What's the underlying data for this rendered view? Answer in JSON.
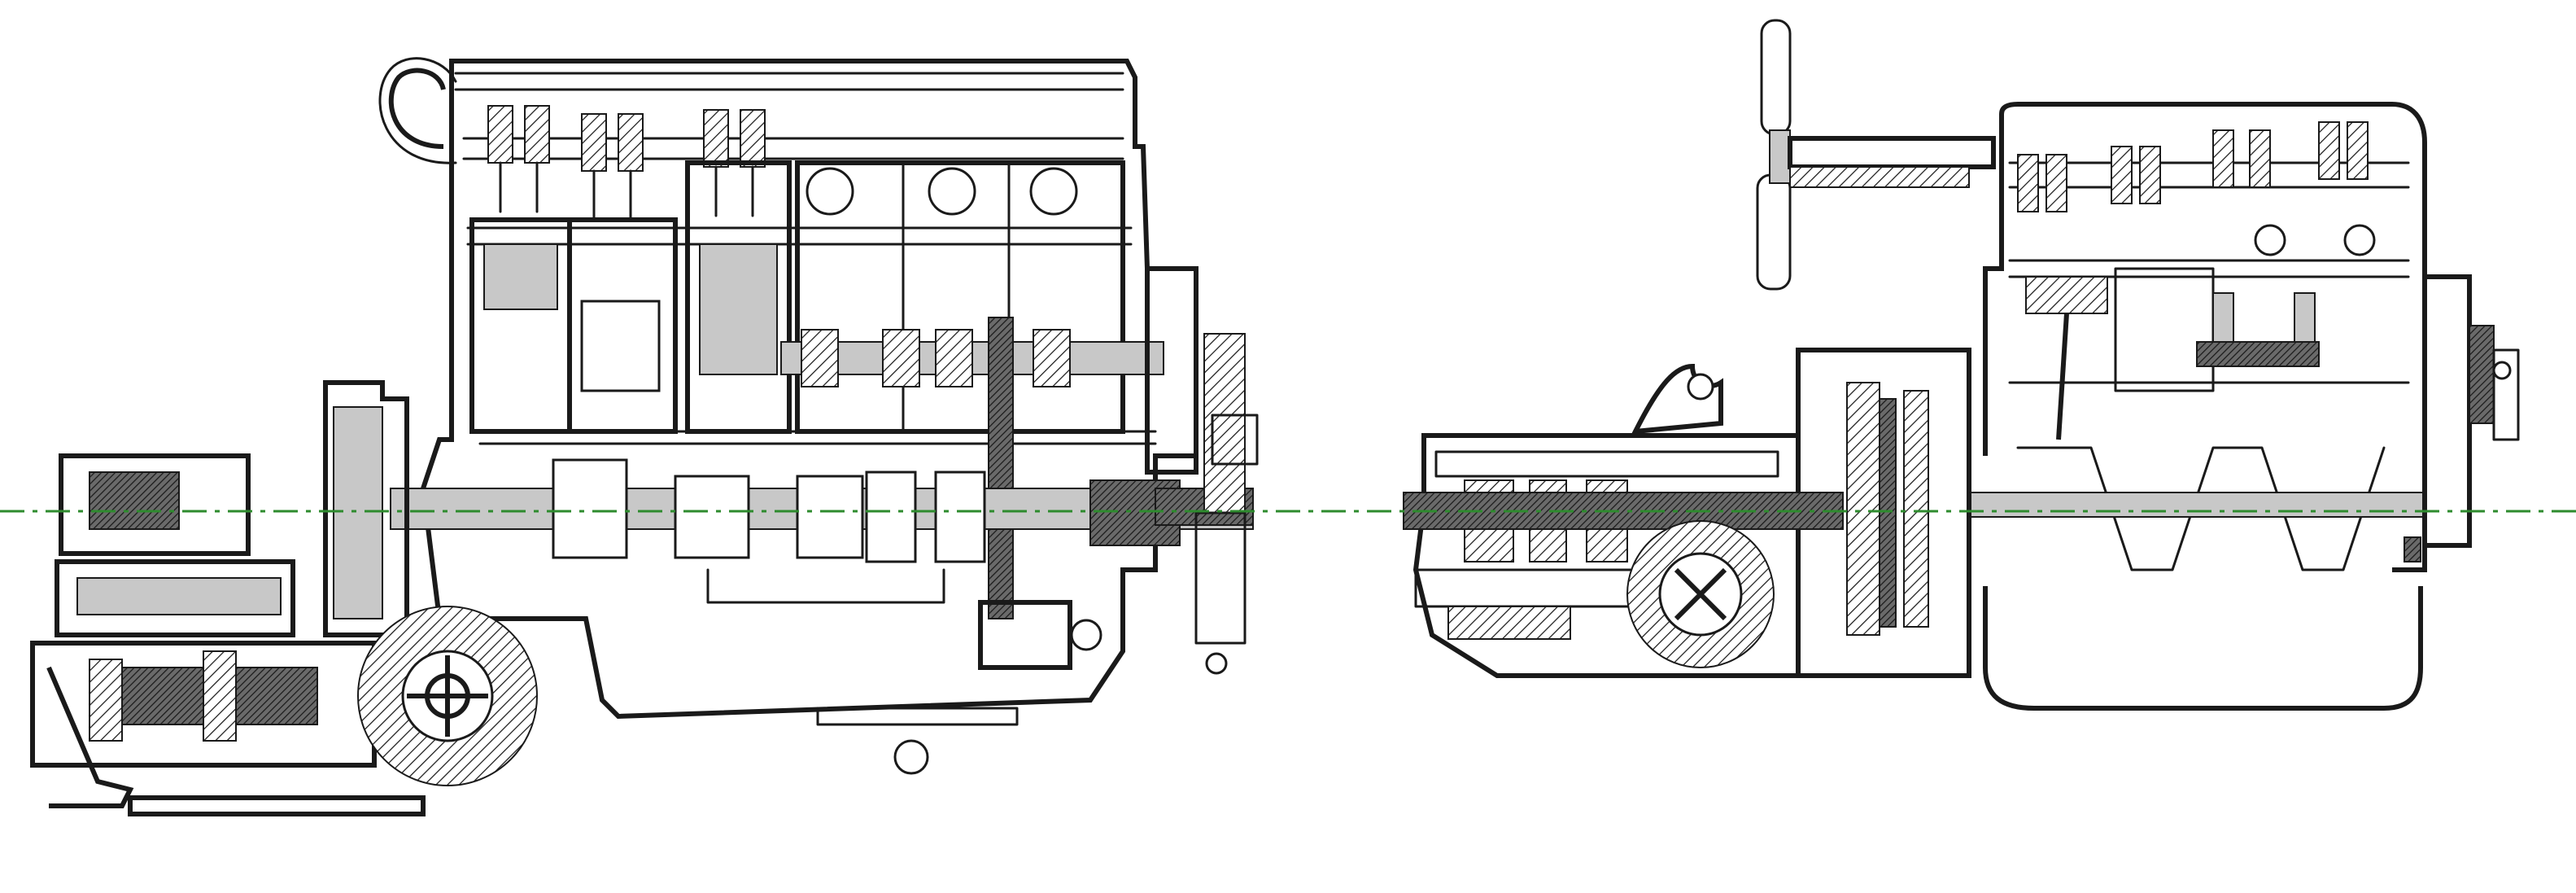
{
  "colors": {
    "ink": "#1a1a1a",
    "centerline": "#2e8b2e",
    "background": "#ffffff"
  },
  "drawings": [
    {
      "name": "left-engine-gearbox-cutaway",
      "kind": "side-section-drawing"
    },
    {
      "name": "right-engine-gearbox-cutaway",
      "kind": "side-section-drawing"
    }
  ],
  "centerline": {
    "style": "dash-dot"
  }
}
